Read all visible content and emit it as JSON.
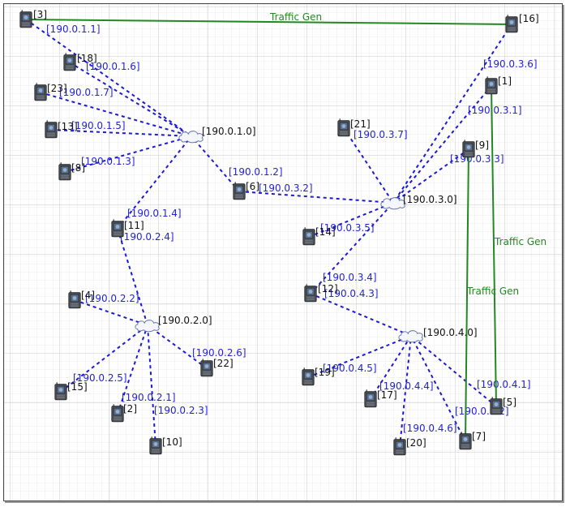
{
  "diagram": {
    "colors": {
      "grid_major": "#c9c9c9",
      "grid_minor": "#ececec",
      "link": "#1a1ad6",
      "link_label": "#2222dd",
      "traffic": "#228822",
      "node_label": "#111111",
      "device": "#4a4f57"
    },
    "nodes": [
      {
        "id": "n3",
        "label": "[3]",
        "icon": "mobile-node-icon"
      },
      {
        "id": "n16",
        "label": "[16]",
        "icon": "mobile-node-icon"
      },
      {
        "id": "n18",
        "label": "[18]",
        "icon": "mobile-node-icon"
      },
      {
        "id": "n23",
        "label": "[23]",
        "icon": "mobile-node-icon"
      },
      {
        "id": "n13",
        "label": "[13]",
        "icon": "mobile-node-icon"
      },
      {
        "id": "n8",
        "label": "[8]",
        "icon": "mobile-node-icon"
      },
      {
        "id": "n6",
        "label": "[6]",
        "icon": "mobile-node-icon"
      },
      {
        "id": "n11",
        "label": "[11]",
        "icon": "mobile-node-icon"
      },
      {
        "id": "n4",
        "label": "[4]",
        "icon": "mobile-node-icon"
      },
      {
        "id": "n15",
        "label": "[15]",
        "icon": "mobile-node-icon"
      },
      {
        "id": "n2",
        "label": "[2]",
        "icon": "mobile-node-icon"
      },
      {
        "id": "n10",
        "label": "[10]",
        "icon": "mobile-node-icon"
      },
      {
        "id": "n22",
        "label": "[22]",
        "icon": "mobile-node-icon"
      },
      {
        "id": "n21",
        "label": "[21]",
        "icon": "mobile-node-icon"
      },
      {
        "id": "n1",
        "label": "[1]",
        "icon": "mobile-node-icon"
      },
      {
        "id": "n9",
        "label": "[9]",
        "icon": "mobile-node-icon"
      },
      {
        "id": "n14",
        "label": "[14]",
        "icon": "mobile-node-icon"
      },
      {
        "id": "n12",
        "label": "[12]",
        "icon": "mobile-node-icon"
      },
      {
        "id": "n19",
        "label": "[19]",
        "icon": "mobile-node-icon"
      },
      {
        "id": "n17",
        "label": "[17]",
        "icon": "mobile-node-icon"
      },
      {
        "id": "n20",
        "label": "[20]",
        "icon": "mobile-node-icon"
      },
      {
        "id": "n7",
        "label": "[7]",
        "icon": "mobile-node-icon"
      },
      {
        "id": "n5",
        "label": "[5]",
        "icon": "mobile-node-icon"
      }
    ],
    "networks": [
      {
        "id": "w1",
        "label": "[190.0.1.0]",
        "icon": "cloud-icon"
      },
      {
        "id": "w2",
        "label": "[190.0.2.0]",
        "icon": "cloud-icon"
      },
      {
        "id": "w3",
        "label": "[190.0.3.0]",
        "icon": "cloud-icon"
      },
      {
        "id": "w4",
        "label": "[190.0.4.0]",
        "icon": "cloud-icon"
      }
    ],
    "links": [
      {
        "from": "n3",
        "to": "w1",
        "label": "[190.0.1.1]"
      },
      {
        "from": "n18",
        "to": "w1",
        "label": "[190.0.1.6]"
      },
      {
        "from": "n23",
        "to": "w1",
        "label": "[190.0.1.7]"
      },
      {
        "from": "n13",
        "to": "w1",
        "label": "[190.0.1.5]"
      },
      {
        "from": "n8",
        "to": "w1",
        "label": "[190.0.1.3]"
      },
      {
        "from": "n6",
        "to": "w1",
        "label": "[190.0.1.2]"
      },
      {
        "from": "n11",
        "to": "w1",
        "label": "[190.0.1.4]"
      },
      {
        "from": "n11",
        "to": "w2",
        "label": "[190.0.2.4]"
      },
      {
        "from": "n4",
        "to": "w2",
        "label": "[190.0.2.2]"
      },
      {
        "from": "n15",
        "to": "w2",
        "label": "[190.0.2.5]"
      },
      {
        "from": "n2",
        "to": "w2",
        "label": "[190.0.2.1]"
      },
      {
        "from": "n10",
        "to": "w2",
        "label": "[190.0.2.3]"
      },
      {
        "from": "n22",
        "to": "w2",
        "label": "[190.0.2.6]"
      },
      {
        "from": "n16",
        "to": "w3",
        "label": "[190.0.3.6]"
      },
      {
        "from": "n1",
        "to": "w3",
        "label": "[190.0.3.1]"
      },
      {
        "from": "n9",
        "to": "w3",
        "label": "[190.0.3.3]"
      },
      {
        "from": "n21",
        "to": "w3",
        "label": "[190.0.3.7]"
      },
      {
        "from": "n6",
        "to": "w3",
        "label": "[190.0.3.2]"
      },
      {
        "from": "n14",
        "to": "w3",
        "label": "[190.0.3.5]"
      },
      {
        "from": "n12",
        "to": "w3",
        "label": "[190.0.3.4]"
      },
      {
        "from": "n12",
        "to": "w4",
        "label": "[190.0.4.3]"
      },
      {
        "from": "n19",
        "to": "w4",
        "label": "[190.0.4.5]"
      },
      {
        "from": "n17",
        "to": "w4",
        "label": "[190.0.4.4]"
      },
      {
        "from": "n20",
        "to": "w4",
        "label": "[190.0.4.6]"
      },
      {
        "from": "n7",
        "to": "w4",
        "label": "[190.0.4.2]"
      },
      {
        "from": "n5",
        "to": "w4",
        "label": "[190.0.4.1]"
      }
    ],
    "traffic": [
      {
        "from": "n16",
        "to": "n3",
        "label": "Traffic Gen"
      },
      {
        "from": "n1",
        "to": "n5",
        "label": "Traffic Gen"
      },
      {
        "from": "n7",
        "to": "n9",
        "label": "Traffic Gen"
      }
    ]
  }
}
